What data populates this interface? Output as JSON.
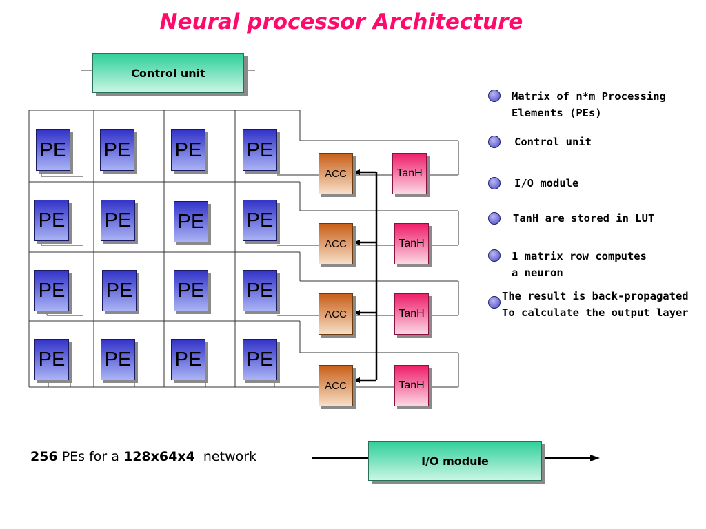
{
  "title": "Neural processor Architecture",
  "control_unit": {
    "label": "Control unit"
  },
  "io_module": {
    "label": "I/O module"
  },
  "grid": {
    "rows": [
      {
        "pe": [
          "PE",
          "PE",
          "PE",
          "PE"
        ],
        "acc": "ACC",
        "tanh": "TanH"
      },
      {
        "pe": [
          "PE",
          "PE",
          "PE",
          "PE"
        ],
        "acc": "ACC",
        "tanh": "TanH"
      },
      {
        "pe": [
          "PE",
          "PE",
          "PE",
          "PE"
        ],
        "acc": "ACC",
        "tanh": "TanH"
      },
      {
        "pe": [
          "PE",
          "PE",
          "PE",
          "PE"
        ],
        "acc": "ACC",
        "tanh": "TanH"
      }
    ]
  },
  "bullets": [
    {
      "lines": [
        "Matrix of n*m Processing",
        "Elements (PEs)"
      ]
    },
    {
      "lines": [
        "Control unit"
      ]
    },
    {
      "lines": [
        "I/O module"
      ]
    },
    {
      "lines": [
        "TanH are stored in LUT"
      ]
    },
    {
      "lines": [
        "1 matrix row computes",
        "a neuron"
      ]
    },
    {
      "lines": [
        "The result is back-propagated",
        "To calculate the output layer"
      ]
    }
  ],
  "caption": {
    "count": "256",
    "text1": " PEs for a ",
    "dims": "128x64x4",
    "text2": "  network"
  },
  "colors": {
    "title": "#ff0a6c",
    "pe": "#3434c8",
    "acc": "#c85f18",
    "tanh": "#ee1f6a",
    "module": "#2fcf9a",
    "bullet": "#4b4bc0"
  }
}
